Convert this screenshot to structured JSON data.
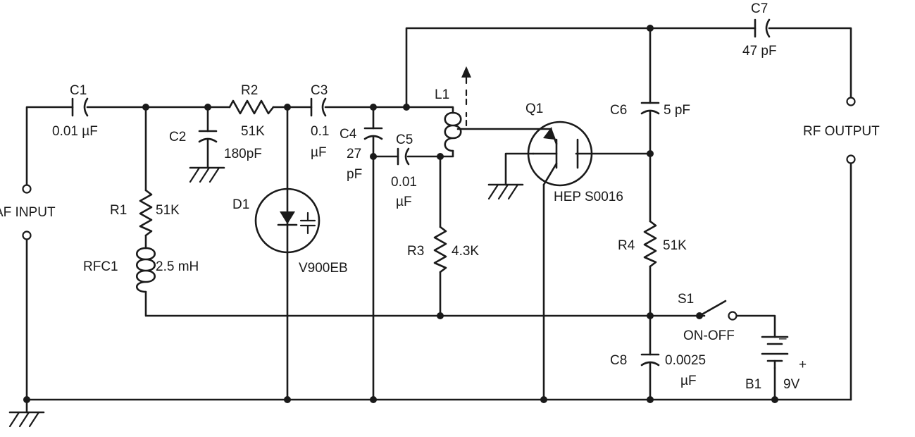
{
  "components": {
    "c1": {
      "name": "C1",
      "value": "0.01 µF"
    },
    "c2": {
      "name": "C2",
      "value": "180pF"
    },
    "c3": {
      "name": "C3",
      "value_line1": "0.1",
      "value_line2": "µF"
    },
    "c4": {
      "name": "C4",
      "value_line1": "27",
      "value_line2": "pF"
    },
    "c5": {
      "name": "C5",
      "value_line1": "0.01",
      "value_line2": "µF"
    },
    "c6": {
      "name": "C6",
      "value": "5 pF"
    },
    "c7": {
      "name": "C7",
      "value": "47 pF"
    },
    "c8": {
      "name": "C8",
      "value_line1": "0.0025",
      "value_line2": "µF"
    },
    "r1": {
      "name": "R1",
      "value": "51K"
    },
    "r2": {
      "name": "R2",
      "value": "51K"
    },
    "r3": {
      "name": "R3",
      "value": "4.3K"
    },
    "r4": {
      "name": "R4",
      "value": "51K"
    },
    "rfc1": {
      "name": "RFC1",
      "value": "2.5 mH"
    },
    "d1": {
      "name": "D1",
      "part": "V900EB"
    },
    "l1": {
      "name": "L1"
    },
    "q1": {
      "name": "Q1",
      "part": "HEP S0016"
    },
    "s1": {
      "name": "S1",
      "label": "ON-OFF"
    },
    "b1": {
      "name": "B1",
      "value": "9V",
      "minus": "–",
      "plus": "+"
    }
  },
  "terminals": {
    "af_input": "AF INPUT",
    "rf_output": "RF OUTPUT"
  }
}
